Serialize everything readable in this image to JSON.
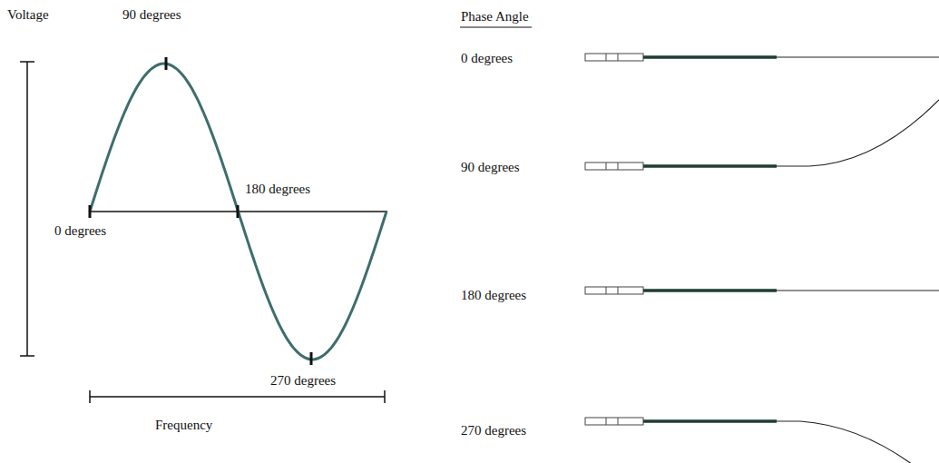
{
  "diagram": {
    "labels": [
      "Voltage",
      "90 degrees",
      "180 degrees",
      "0 degrees",
      "270 degrees",
      "Frequency",
      "Phase Angle",
      "0 degrees",
      "90 degrees",
      "180 degrees",
      "270 degrees"
    ]
  }
}
